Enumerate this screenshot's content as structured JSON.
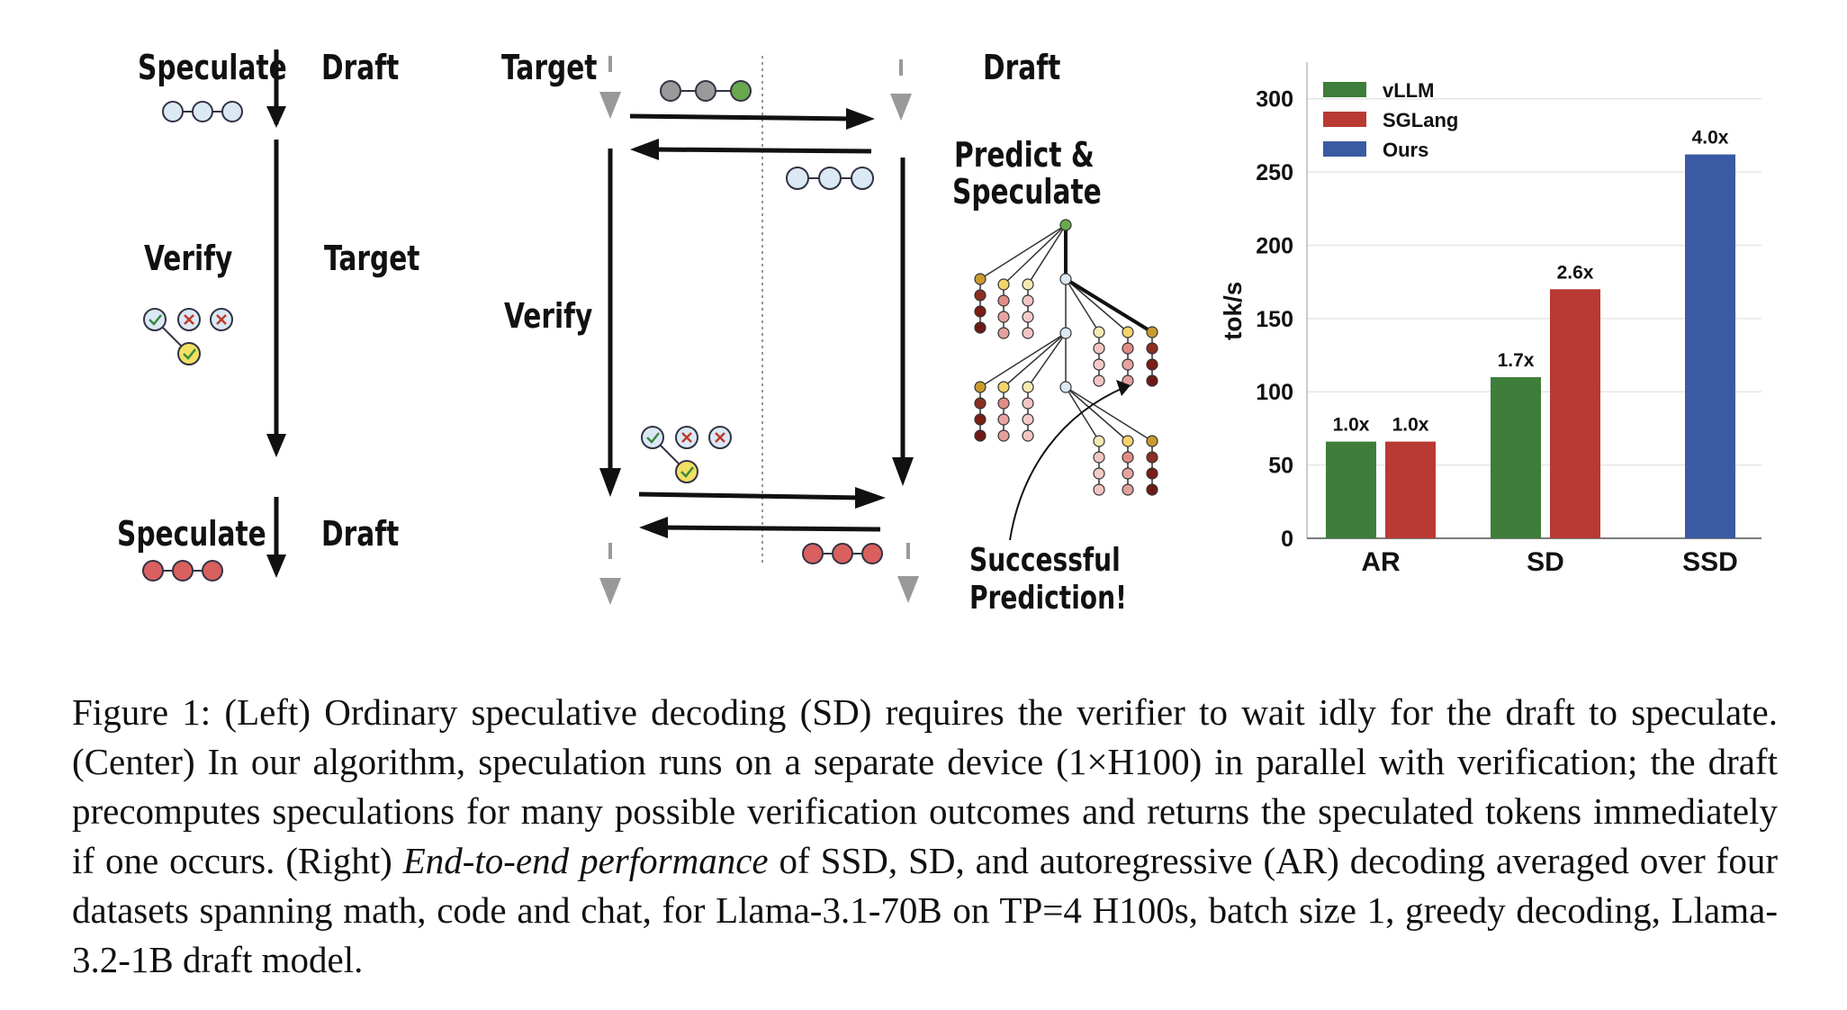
{
  "left_panel": {
    "speculate_top": "Speculate",
    "draft_top": "Draft",
    "verify": "Verify",
    "target": "Target",
    "speculate_bottom": "Speculate",
    "draft_bottom": "Draft"
  },
  "center_panel": {
    "target": "Target",
    "draft": "Draft",
    "verify": "Verify",
    "predict_line1": "Predict &",
    "predict_line2": "Speculate",
    "success_line1": "Successful",
    "success_line2": "Prediction!"
  },
  "colors": {
    "vllm": "#3f7d3a",
    "sglang": "#b83a33",
    "ours": "#3a5ba3",
    "token_light_blue": "#dbe9f5",
    "token_red": "#d9605e",
    "token_gray": "#9a9a9a",
    "token_green": "#6aa84f",
    "check_yellow": "#f2e064"
  },
  "chart_data": {
    "type": "bar",
    "categories": [
      "AR",
      "SD",
      "SSD"
    ],
    "series": [
      {
        "name": "vLLM",
        "values": [
          66,
          110,
          null
        ],
        "labels": [
          "1.0x",
          "1.7x",
          null
        ]
      },
      {
        "name": "SGLang",
        "values": [
          66,
          170,
          null
        ],
        "labels": [
          "1.0x",
          "2.6x",
          null
        ]
      },
      {
        "name": "Ours",
        "values": [
          null,
          null,
          262
        ],
        "labels": [
          null,
          null,
          "4.0x"
        ]
      }
    ],
    "ylabel": "tok/s",
    "yticks": [
      0,
      50,
      100,
      150,
      200,
      250,
      300
    ],
    "ylim": [
      0,
      325
    ],
    "grid": true,
    "legend_position": "top-left"
  },
  "caption": {
    "part1": "Figure 1: (Left) Ordinary speculative decoding (SD) requires the verifier to wait idly for the draft to speculate. (Center) In our algorithm, speculation runs on a separate device (1×H100) in parallel with verification; the draft precomputes speculations for many possible verification outcomes and returns the speculated tokens immediately if one occurs. (Right) ",
    "emph": "End-to-end performance",
    "part2": " of SSD, SD, and autoregressive (AR) decoding averaged over four datasets spanning math, code and chat, for Llama-3.1-70B on TP=4 H100s, batch size 1, greedy decoding, Llama-3.2-1B draft model."
  }
}
